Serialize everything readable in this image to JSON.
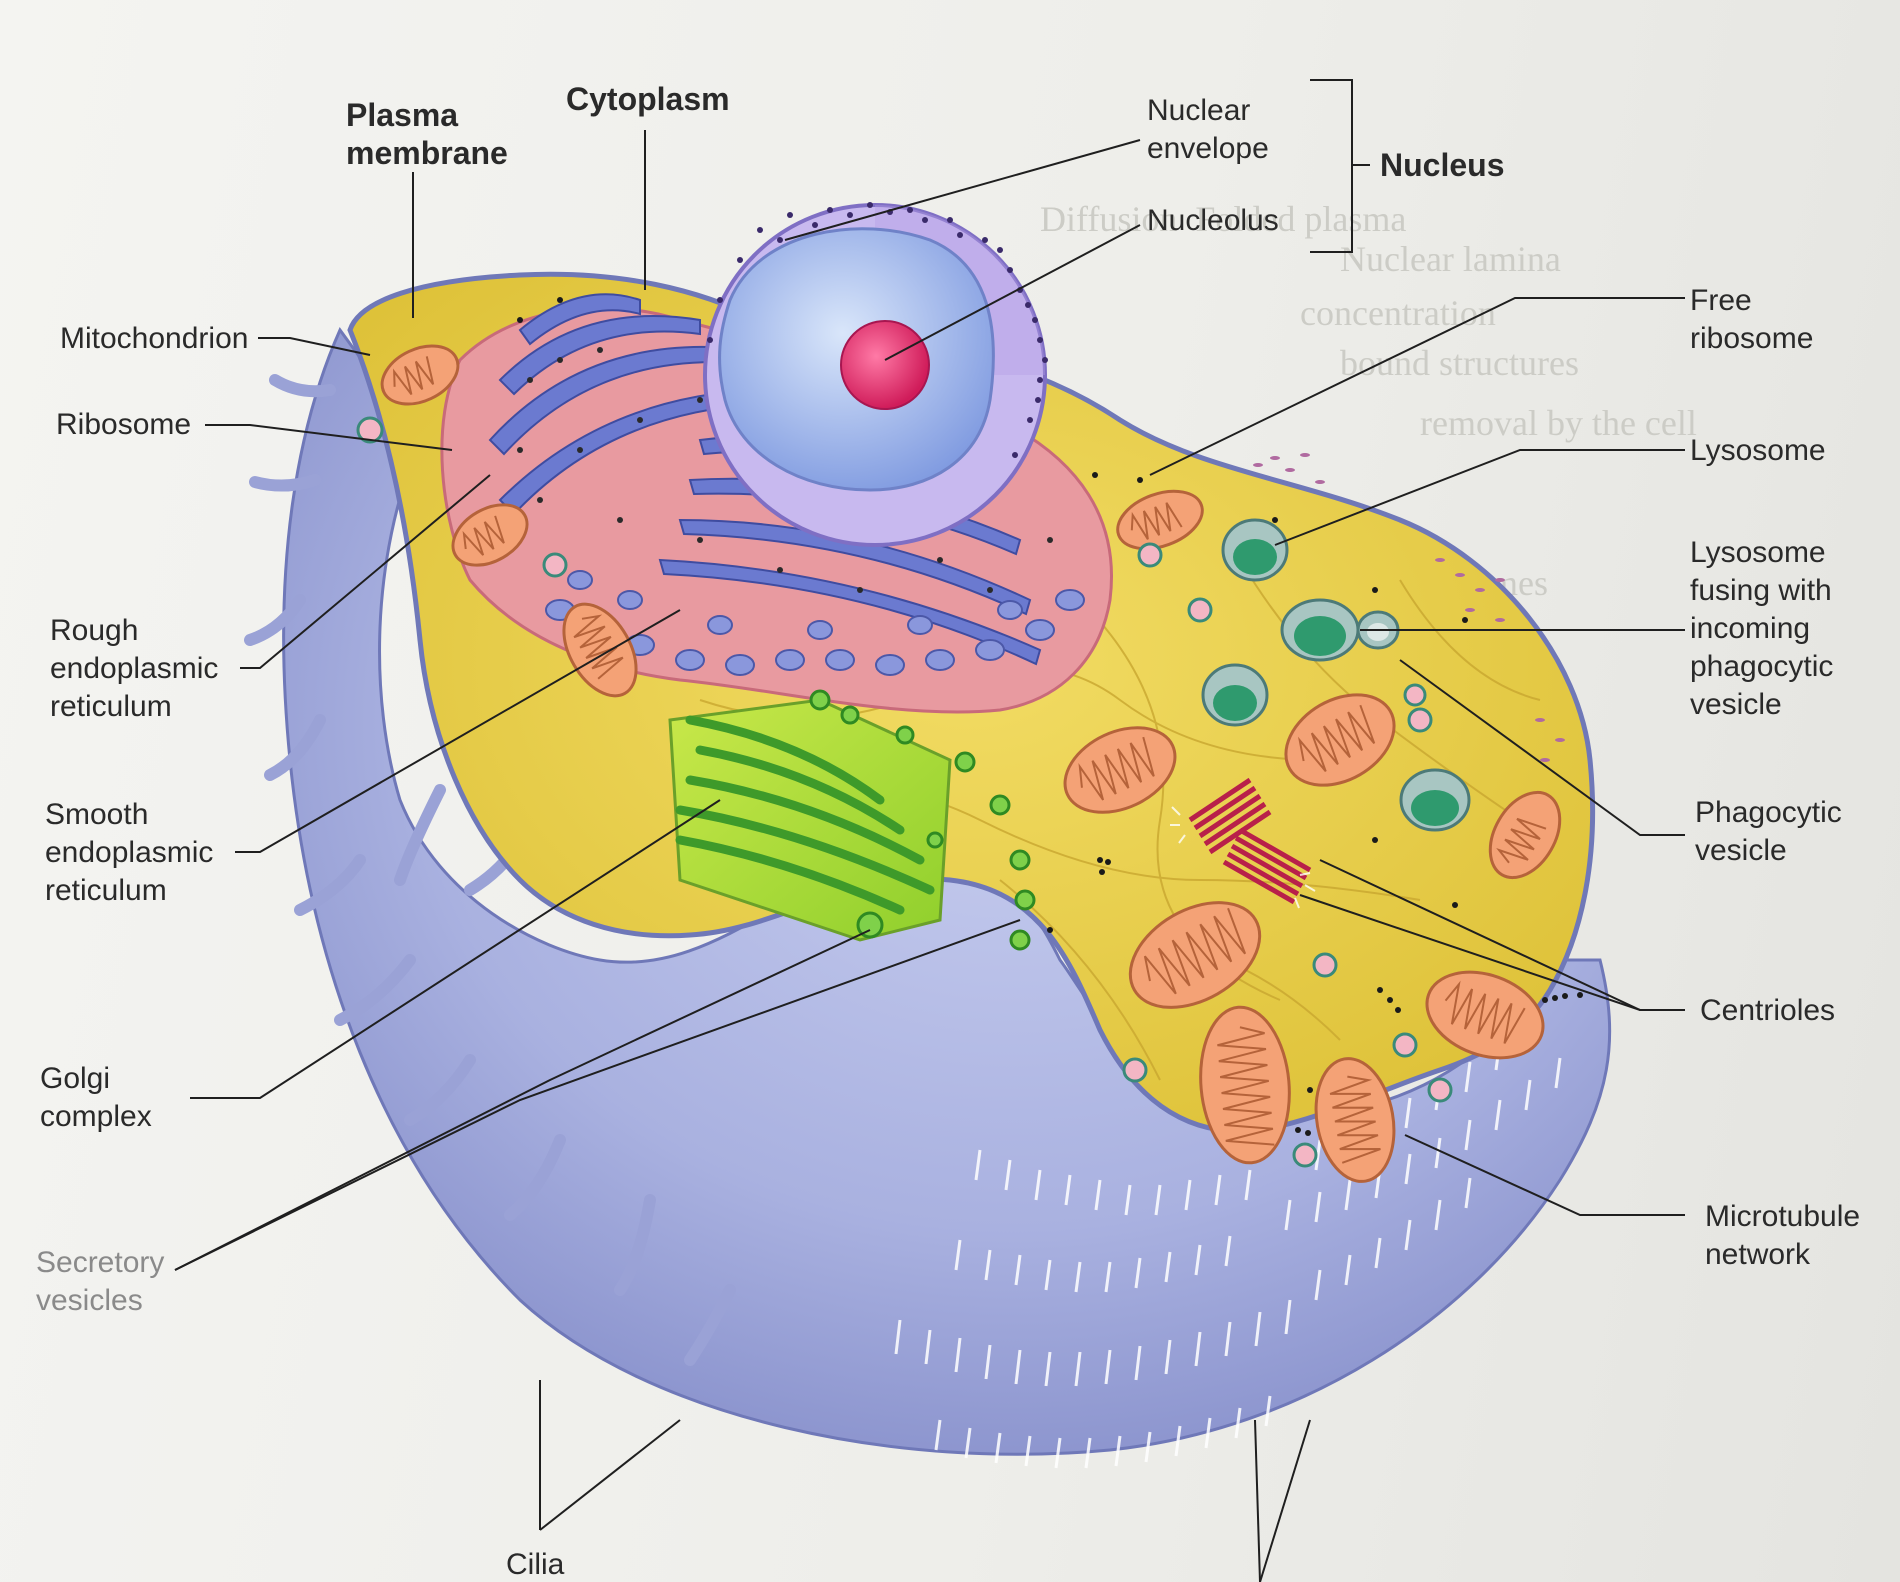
{
  "diagram": {
    "title": "",
    "labels": {
      "plasma_membrane": "Plasma\nmembrane",
      "cytoplasm": "Cytoplasm",
      "nuclear_envelope": "Nuclear\nenvelope",
      "nucleolus": "Nucleolus",
      "nucleus": "Nucleus",
      "mitochondrion": "Mitochondrion",
      "ribosome": "Ribosome",
      "rough_er": "Rough\nendoplasmic\nreticulum",
      "smooth_er": "Smooth\nendoplasmic\nreticulum",
      "golgi": "Golgi\ncomplex",
      "secretory_vesicles": "Secretory\nvesicles",
      "cilia": "Cilia",
      "free_ribosome": "Free\nribosome",
      "lysosome": "Lysosome",
      "lysosome_fusing": "Lysosome\nfusing with\nincoming\nphagocytic\nvesicle",
      "phagocytic_vesicle": "Phagocytic\nvesicle",
      "centrioles": "Centrioles",
      "microtubule_network": "Microtubule\nnetwork"
    },
    "background_text": [
      "Diffusion  Folded plasma",
      "concentration",
      "Nuclear lamina",
      "bound structures",
      "ribosomes",
      "removal by the cell"
    ],
    "colors": {
      "membrane_blue": "#aab2e0",
      "cytoplasm_yellow": "#e8cf4a",
      "rough_er_pink": "#e89aa0",
      "er_blue": "#5f6fc4",
      "golgi_green": "#5fc23c",
      "mitochondrion_orange": "#f09a6a",
      "lysosome_green": "#2f9a6e",
      "nucleus_purple": "#b7a6e6",
      "nucleolus_magenta": "#e0306a",
      "centriole_red": "#b8204a"
    }
  }
}
